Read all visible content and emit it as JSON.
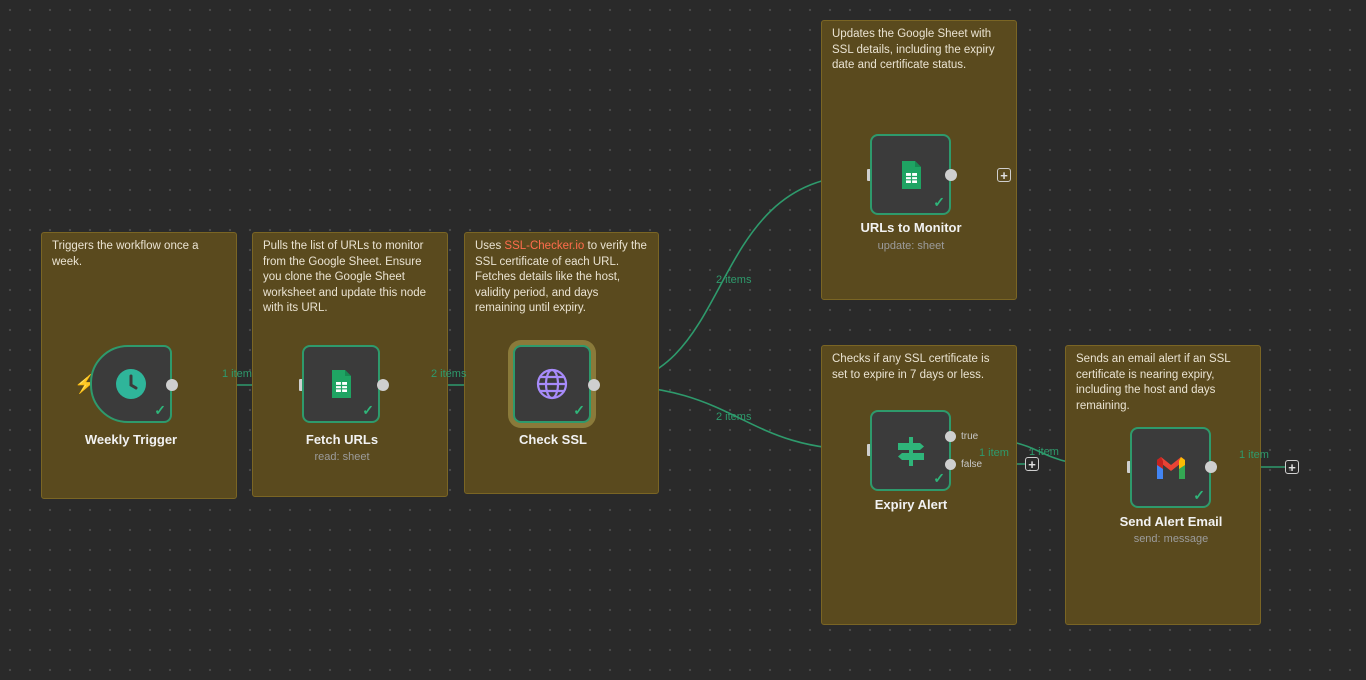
{
  "notes": {
    "trigger": "Triggers the workflow once a week.",
    "fetch": "Pulls the list of URLs to monitor from the Google Sheet. Ensure you clone the Google Sheet worksheet and update this node with its URL.",
    "check_pre": "Uses ",
    "check_link": "SSL-Checker.io",
    "check_post": " to verify the SSL certificate of each URL. Fetches details like the host, validity period, and days remaining until expiry.",
    "update": "Updates the Google Sheet with SSL details, including the expiry date and certificate status.",
    "expiry": "Checks if any SSL certificate is set to expire in 7 days or less.",
    "email": "Sends an email alert if an SSL certificate is nearing expiry, including the host and days remaining."
  },
  "nodes": {
    "weekly_trigger": {
      "title": "Weekly Trigger",
      "icon": "clock-icon"
    },
    "fetch_urls": {
      "title": "Fetch URLs",
      "subtitle": "read: sheet",
      "icon": "google-sheets-icon"
    },
    "check_ssl": {
      "title": "Check SSL",
      "icon": "globe-icon"
    },
    "urls_to_monitor": {
      "title": "URLs to Monitor",
      "subtitle": "update: sheet",
      "icon": "google-sheets-icon"
    },
    "expiry_alert": {
      "title": "Expiry Alert",
      "icon": "signpost-icon"
    },
    "send_alert_email": {
      "title": "Send Alert Email",
      "subtitle": "send: message",
      "icon": "gmail-icon"
    }
  },
  "edges": {
    "trigger_to_fetch": "1 item",
    "fetch_to_check": "2 items",
    "check_to_monitor": "2 items",
    "check_to_expiry": "2 items",
    "expiry_true_to_email": "1 item",
    "expiry_false": "1 item",
    "email_out": "1 item"
  },
  "branches": {
    "true_label": "true",
    "false_label": "false"
  },
  "icons": {
    "check_mark": "✓",
    "plus": "+",
    "bolt": "⚡"
  },
  "colors": {
    "canvas": "#2a2a2a",
    "sticky": "#5a4a1e",
    "connection": "#2e9a6c",
    "accent_link": "#ff6d4d"
  }
}
